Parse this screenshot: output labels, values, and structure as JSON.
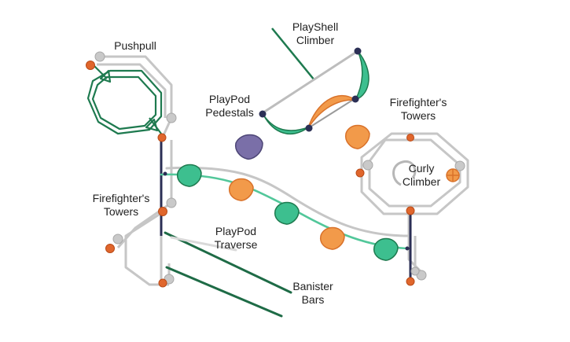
{
  "labels": {
    "pushpull": {
      "line1": "Pushpull"
    },
    "playshell_climber": {
      "line1": "PlayShell",
      "line2": "Climber"
    },
    "playpod_pedestals": {
      "line1": "PlayPod",
      "line2": "Pedestals"
    },
    "firefighters_towers_right": {
      "line1": "Firefighter's",
      "line2": "Towers"
    },
    "curly_climber": {
      "line1": "Curly",
      "line2": "Climber"
    },
    "firefighters_towers_left": {
      "line1": "Firefighter's",
      "line2": "Towers"
    },
    "playpod_traverse": {
      "line1": "PlayPod",
      "line2": "Traverse"
    },
    "banister_bars": {
      "line1": "Banister",
      "line2": "Bars"
    }
  },
  "colors": {
    "green_structure": "#1e7a4f",
    "teal_pod": "#3dbf8f",
    "orange_pod": "#f29a4a",
    "purple_pod": "#7a6fa8",
    "orange_post": "#e0662c",
    "grey_rail": "#c4c4c4",
    "navy_pole": "#2b2f55"
  }
}
